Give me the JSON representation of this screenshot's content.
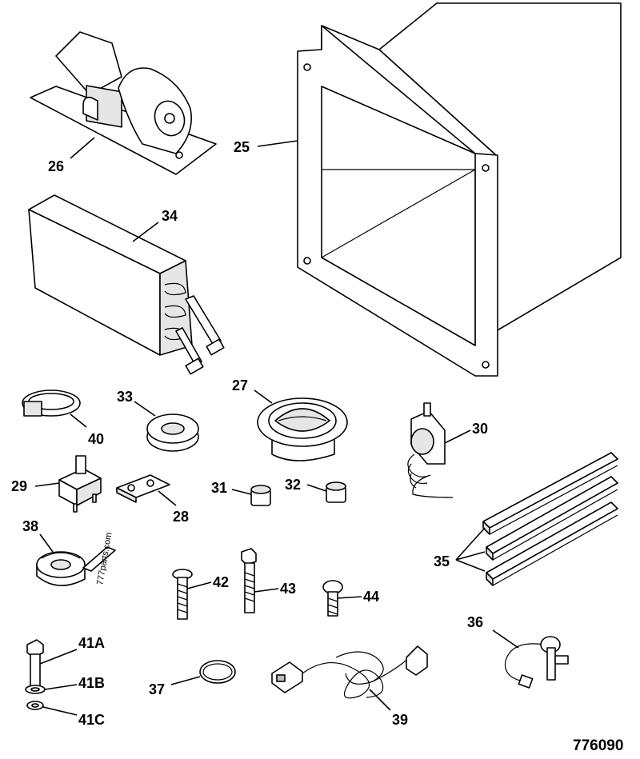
{
  "labels": {
    "p25": "25",
    "p26": "26",
    "p27": "27",
    "p28": "28",
    "p29": "29",
    "p30": "30",
    "p31": "31",
    "p32": "32",
    "p33": "33",
    "p34": "34",
    "p35": "35",
    "p36": "36",
    "p37": "37",
    "p38": "38",
    "p39": "39",
    "p40": "40",
    "p41a": "41A",
    "p41b": "41B",
    "p41c": "41C",
    "p42": "42",
    "p43": "43",
    "p44": "44"
  },
  "drawing_number": "776090",
  "watermark": "777parts.com"
}
